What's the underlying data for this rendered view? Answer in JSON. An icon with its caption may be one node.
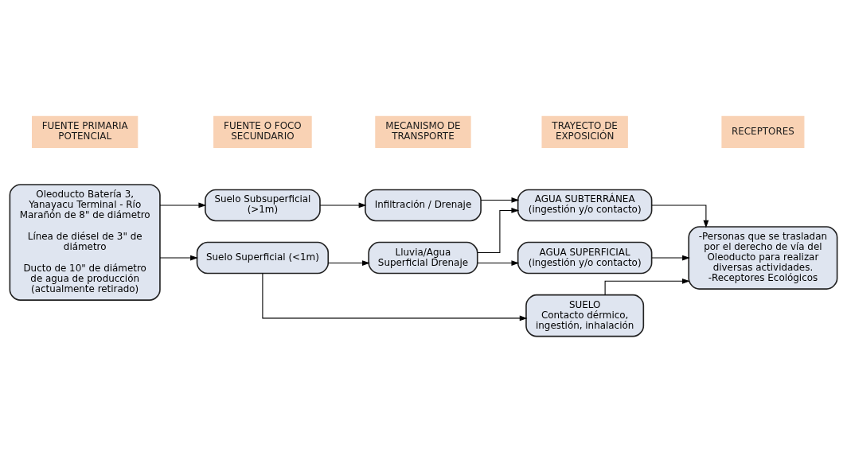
{
  "diagram": {
    "nodes": [
      {
        "text": [
          "FUENTE PRIMARIA POTENCIAL"
        ]
      },
      {
        "text": [
          "FUENTE O FOCO SECUNDARIO"
        ]
      },
      {
        "text": [
          "MECANISMO DE TRANSPORTE"
        ]
      },
      {
        "text": [
          "TRAYECTO DE EXPOSICIÓN"
        ]
      },
      {
        "text": [
          "RECEPTORES"
        ]
      },
      {
        "text": [
          "Oleoducto Batería 3, Yanayacu Terminal - Río Marañón de 8\" de diámetro",
          "Línea de diésel de 3\" de diámetro",
          "Ducto de 10\" de diámetro de agua de producción (actualmente retirado)"
        ]
      },
      {
        "text": [
          "Suelo Superficial (<1m)"
        ]
      },
      {
        "text": [
          "Suelo Subsuperficial (>1m)"
        ]
      },
      {
        "text": [
          "Lluvia/Agua Superficial Drenaje"
        ]
      },
      {
        "text": [
          "Infiltración / Drenaje"
        ]
      },
      {
        "text": [
          "SUELO",
          "Contacto dérmico, ingestión, inhalación"
        ]
      },
      {
        "text": [
          "AGUA SUPERFICIAL",
          "(ingestión y/o contacto)"
        ]
      },
      {
        "text": [
          "AGUA SUBTERRÁNEA",
          "(ingestión y/o contacto)"
        ]
      },
      {
        "text": [
          "-Personas que se trasladan por el derecho de vía del Oleoducto para realizar diversas actividades.",
          "-Receptores Ecológicos"
        ]
      }
    ],
    "edges": [
      {
        "from": 5,
        "to": 6,
        "arrow": "to"
      },
      {
        "from": 5,
        "to": 7,
        "arrow": "to"
      },
      {
        "from": 6,
        "to": 10,
        "arrow": "to"
      },
      {
        "from": 6,
        "to": 8,
        "arrow": "to"
      },
      {
        "from": 8,
        "to": 11,
        "arrow": "to"
      },
      {
        "from": 8,
        "to": 12,
        "arrow": "to"
      },
      {
        "from": 7,
        "to": 9,
        "arrow": "to"
      },
      {
        "from": 9,
        "to": 12,
        "arrow": "to"
      },
      {
        "from": 10,
        "to": 13,
        "arrow": "to"
      },
      {
        "from": 11,
        "to": 13,
        "arrow": "to"
      },
      {
        "from": 12,
        "to": 13,
        "arrow": "to"
      }
    ]
  }
}
